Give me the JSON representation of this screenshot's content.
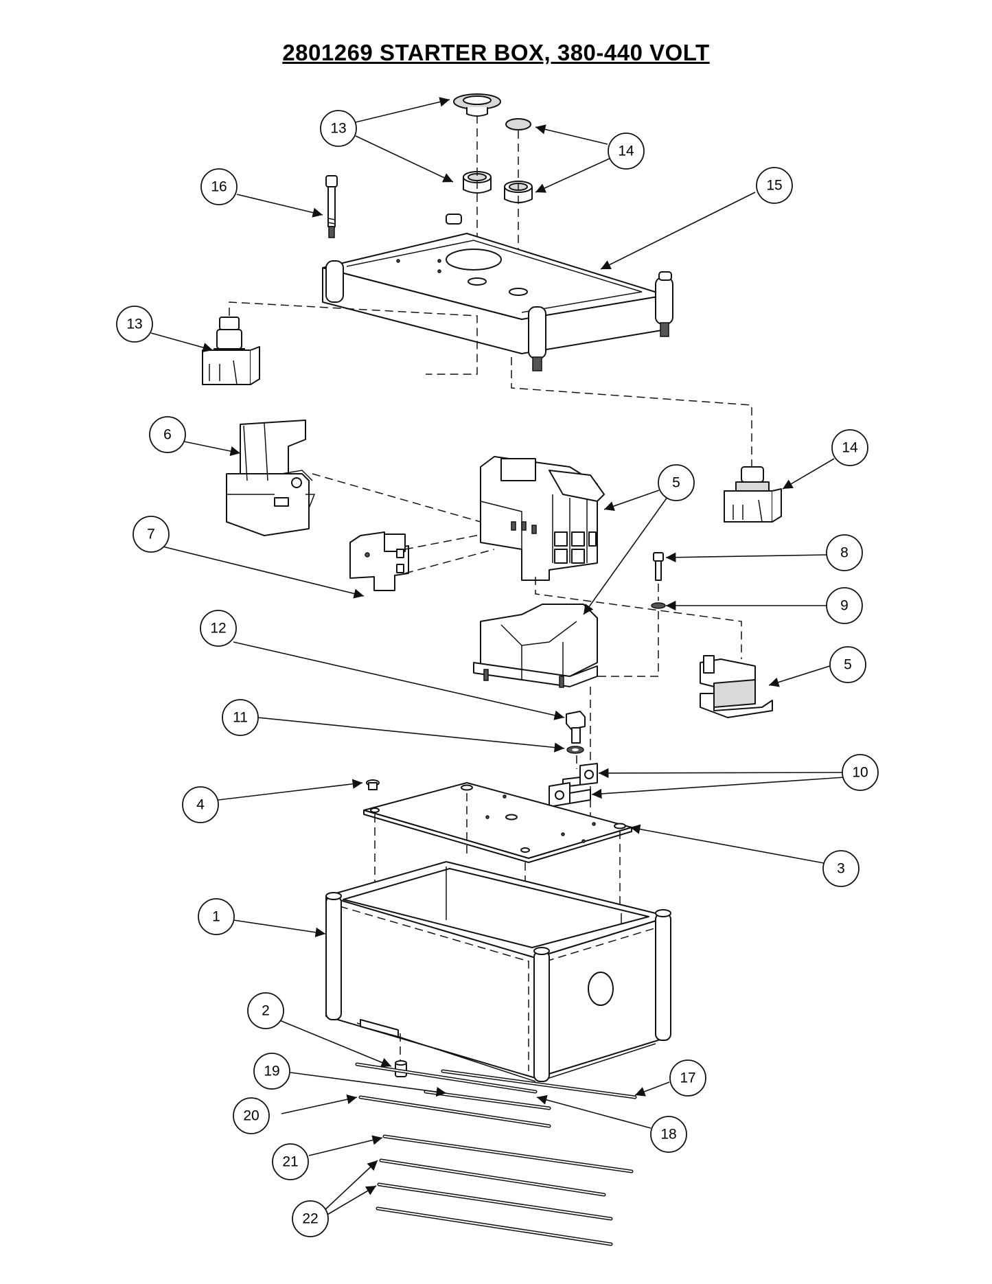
{
  "title": "2801269  STARTER BOX, 380-440 VOLT",
  "callouts": [
    {
      "id": "c13a",
      "label": "13"
    },
    {
      "id": "c14a",
      "label": "14"
    },
    {
      "id": "c16",
      "label": "16"
    },
    {
      "id": "c15",
      "label": "15"
    },
    {
      "id": "c13b",
      "label": "13"
    },
    {
      "id": "c6",
      "label": "6"
    },
    {
      "id": "c14b",
      "label": "14"
    },
    {
      "id": "c5a",
      "label": "5"
    },
    {
      "id": "c7",
      "label": "7"
    },
    {
      "id": "c8",
      "label": "8"
    },
    {
      "id": "c9",
      "label": "9"
    },
    {
      "id": "c12",
      "label": "12"
    },
    {
      "id": "c5b",
      "label": "5"
    },
    {
      "id": "c11",
      "label": "11"
    },
    {
      "id": "c10",
      "label": "10"
    },
    {
      "id": "c4",
      "label": "4"
    },
    {
      "id": "c3",
      "label": "3"
    },
    {
      "id": "c1",
      "label": "1"
    },
    {
      "id": "c2",
      "label": "2"
    },
    {
      "id": "c17",
      "label": "17"
    },
    {
      "id": "c19",
      "label": "19"
    },
    {
      "id": "c18",
      "label": "18"
    },
    {
      "id": "c20",
      "label": "20"
    },
    {
      "id": "c21",
      "label": "21"
    },
    {
      "id": "c22",
      "label": "22"
    }
  ]
}
